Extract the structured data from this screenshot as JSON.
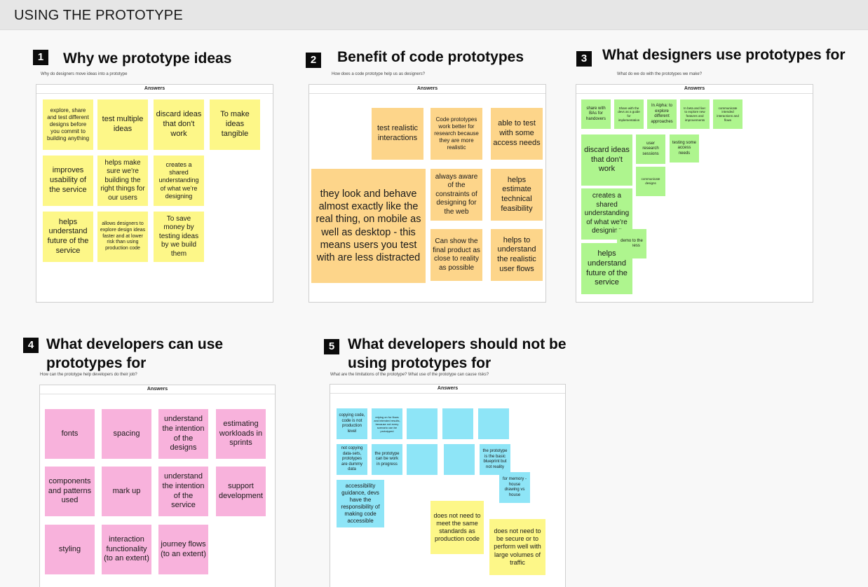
{
  "page_title": "USING THE PROTOTYPE",
  "frame_label": "Answers",
  "sections": [
    {
      "num": "1",
      "title": "Why we prototype ideas",
      "subtitle": "Why do designers move ideas into a prototype",
      "notes": [
        "explore, share and test different designs before you commit to building anything",
        "test multiple ideas",
        "discard ideas that don't work",
        "To make ideas tangible",
        "improves usability of the service",
        "helps make sure we're building the right things for our users",
        "creates a shared understanding of what we're designing",
        "helps understand future of the service",
        "allows designers to explore design ideas faster and at lower risk than using production code",
        "To save money by testing ideas by we build them"
      ]
    },
    {
      "num": "2",
      "title": "Benefit of code prototypes",
      "subtitle": "How does a code prototype help us as designers?",
      "notes": [
        "test realistic interactions",
        "Code prototypes work better for research because they are more realistic",
        "able to test with some access needs",
        "they look and behave almost exactly like the real thing, on mobile as well as desktop - this means users you test with are less distracted",
        "always aware of the constraints of designing for the web",
        "helps estimate technical feasibility",
        "Can show the final product as close to reality as possible",
        "helps to understand the realistic user flows"
      ]
    },
    {
      "num": "3",
      "title": "What designers use prototypes for",
      "subtitle": "What do we do with the prototypes we make?",
      "notes": [
        "share with BAs for handovers",
        "Share with the devs as a guide for implementation",
        "In Alpha: to explore different approaches",
        "In beta and live: to explore new features and improvements",
        "communicate intended interactions and flows",
        "discard ideas that don't work",
        "user research sessions",
        "testing some access needs",
        "communicate designs",
        "creates a shared understanding of what we're designing",
        "demo to the business",
        "helps understand future of the service"
      ]
    },
    {
      "num": "4",
      "title": "What developers can use prototypes for",
      "subtitle": "How can the prototype help developers do their job?",
      "notes": [
        "fonts",
        "spacing",
        "understand the intention of the designs",
        "estimating workloads in sprints",
        "components and patterns used",
        "mark up",
        "understand the intention of the service",
        "support development",
        "styling",
        "interaction functionality (to an extent)",
        "journey flows (to an extent)"
      ]
    },
    {
      "num": "5",
      "title": "What developers should not be using prototypes for",
      "subtitle": "What are the limitations of the prototype? What use of the prototype can cause risks?",
      "notes": [
        "copying code, code is not production level",
        "relying on for flows and intended results, because not every scenario can be prototyped",
        "",
        "",
        "",
        "not copying data-sets, prototypes are dummy data",
        "the prototype can be work in progress",
        "",
        "",
        "the prototype is the basic blueprint but not reality",
        "for memory - house drawing vs house",
        "accessibility guidance, devs have the responsibility of making code accessible",
        "does not need to meet the same standards as production code",
        "does not need to be secure or to perform well with large volumes of traffic"
      ]
    }
  ]
}
